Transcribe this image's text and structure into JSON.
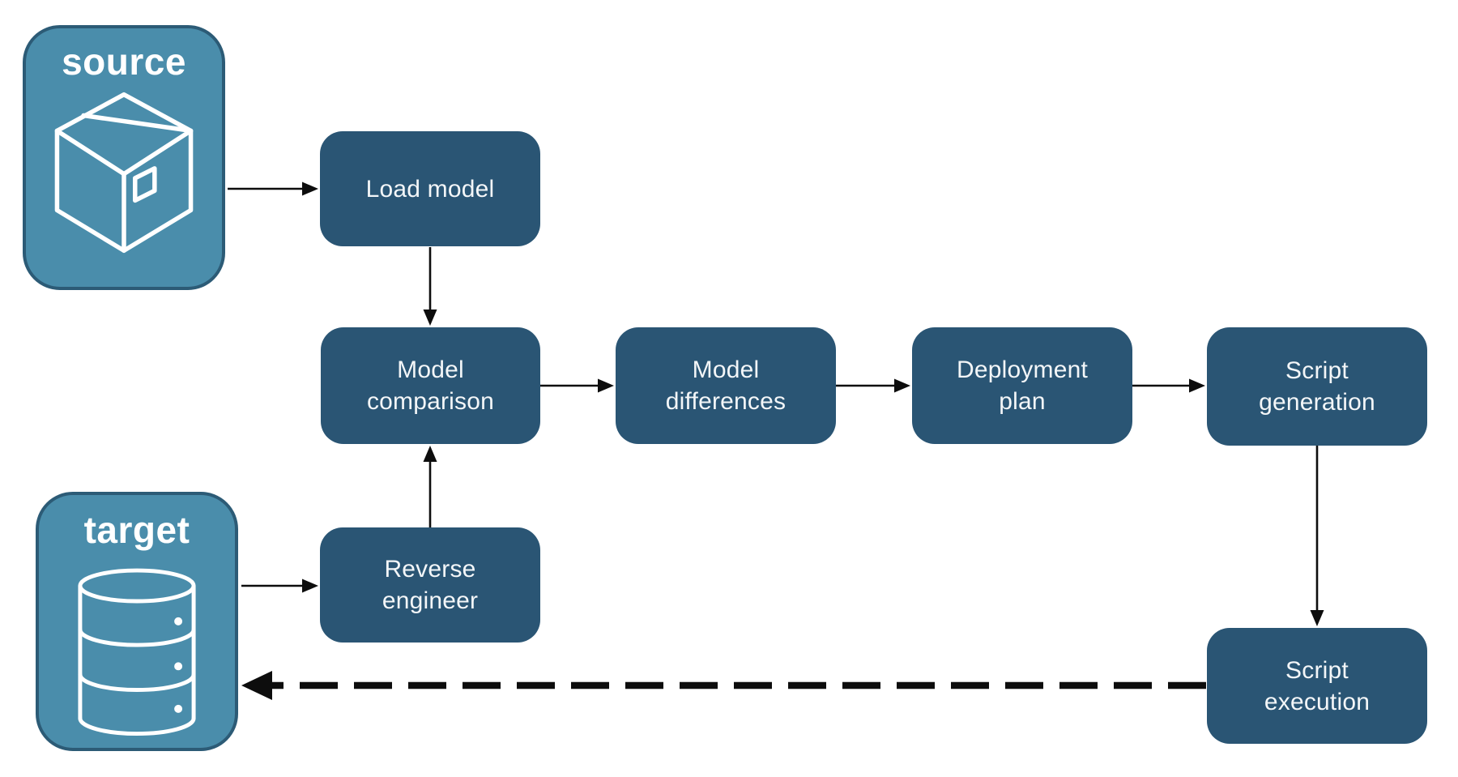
{
  "canvas": {
    "background": "#ffffff"
  },
  "palette": {
    "process_fill": "#2A5574",
    "endpoint_fill": "#4A8DAB",
    "endpoint_border": "#2C5B76",
    "label_text": "#F3F6F8",
    "endpoint_text": "#FFFFFF",
    "arrow": "#0D0D0D"
  },
  "endpoints": {
    "source": {
      "label": "source",
      "icon": "package-box-icon"
    },
    "target": {
      "label": "target",
      "icon": "database-icon"
    }
  },
  "processes": {
    "load_model": {
      "label": "Load model"
    },
    "model_comparison": {
      "label": "Model\ncomparison"
    },
    "reverse_engineer": {
      "label": "Reverse\nengineer"
    },
    "model_differences": {
      "label": "Model\ndifferences"
    },
    "deployment_plan": {
      "label": "Deployment\nplan"
    },
    "script_generation": {
      "label": "Script\ngeneration"
    },
    "script_execution": {
      "label": "Script\nexecution"
    }
  },
  "edges": [
    {
      "from": "source",
      "to": "load_model",
      "style": "solid"
    },
    {
      "from": "load_model",
      "to": "model_comparison",
      "style": "solid"
    },
    {
      "from": "target",
      "to": "reverse_engineer",
      "style": "solid"
    },
    {
      "from": "reverse_engineer",
      "to": "model_comparison",
      "style": "solid"
    },
    {
      "from": "model_comparison",
      "to": "model_differences",
      "style": "solid"
    },
    {
      "from": "model_differences",
      "to": "deployment_plan",
      "style": "solid"
    },
    {
      "from": "deployment_plan",
      "to": "script_generation",
      "style": "solid"
    },
    {
      "from": "script_generation",
      "to": "script_execution",
      "style": "solid"
    },
    {
      "from": "script_execution",
      "to": "target",
      "style": "dashed"
    }
  ]
}
